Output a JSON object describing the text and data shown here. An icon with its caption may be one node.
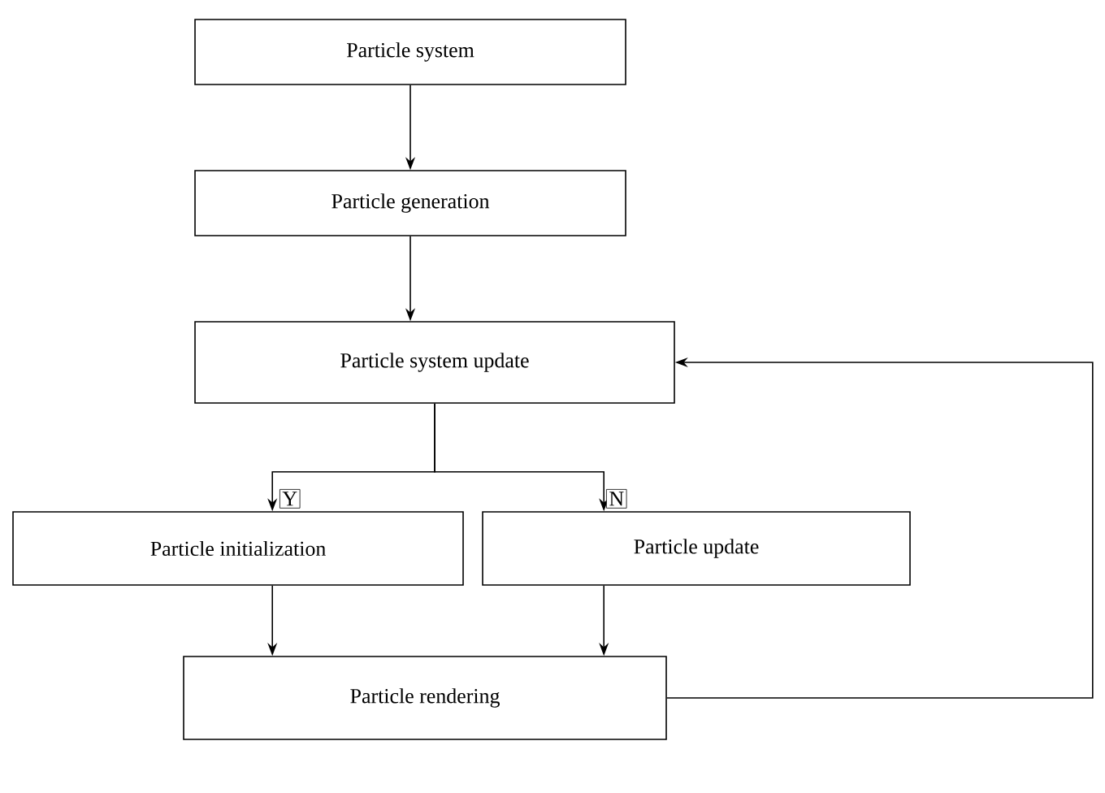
{
  "diagram": {
    "nodes": [
      {
        "text": [
          "Particle system"
        ]
      },
      {
        "text": [
          "Particle generation"
        ]
      },
      {
        "text": [
          "Particle system update"
        ]
      },
      {
        "text": [
          "Particle initialization"
        ]
      },
      {
        "text": [
          "Particle update"
        ]
      },
      {
        "text": [
          "Particle rendering"
        ]
      }
    ],
    "edges": [
      {
        "from": 0,
        "to": 1,
        "arrow": "to"
      },
      {
        "from": 1,
        "to": 2,
        "arrow": "to"
      },
      {
        "from": 2,
        "to": 3,
        "arrow": "to",
        "label": "Y"
      },
      {
        "from": 2,
        "to": 4,
        "arrow": "to",
        "label": "N"
      },
      {
        "from": 3,
        "to": 5,
        "arrow": "to"
      },
      {
        "from": 4,
        "to": 5,
        "arrow": "to"
      },
      {
        "from": 5,
        "to": 2,
        "arrow": "to"
      }
    ]
  }
}
